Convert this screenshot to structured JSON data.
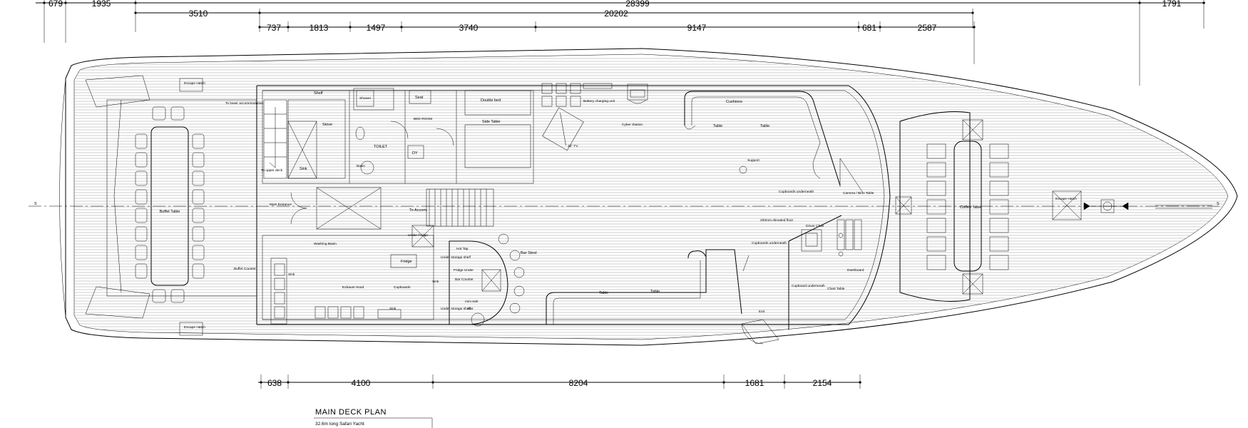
{
  "dimensions": {
    "top1": [
      "679",
      "1935",
      "28399",
      "1791"
    ],
    "top2": [
      "3510",
      "20202"
    ],
    "top3": [
      "737",
      "1813",
      "1497",
      "3740",
      "9147",
      "681",
      "2587"
    ],
    "bottom": [
      "638",
      "4100",
      "8204",
      "1681",
      "2154"
    ]
  },
  "title": {
    "main": "MAIN DECK PLAN",
    "sub": "32.6m long Safari Yacht"
  },
  "centerline": {
    "left": "S",
    "right": "S"
  },
  "labels": {
    "escape_hatch_top": "Escape Hatch",
    "escape_hatch_bottom": "Escape Hatch",
    "escape_hatch_bow": "Escape Hatch",
    "to_lower_accommodation": "To lower accommodation",
    "to_upper_deck": "To upper deck",
    "shelf": "Shelf",
    "stove": "Stove",
    "sink": "Sink",
    "shower": "Shower",
    "toilet": "TOILET",
    "basin": "Basin",
    "bed_room": "BED ROOM",
    "dy": "DY",
    "seat": "Seat",
    "double_bed": "Double bed",
    "side_table": "Side Table",
    "battery_charging": "Battery charging unit",
    "tv": "32\" TV",
    "cyber_station": "Cyber Station",
    "cushions": "Cushions",
    "table_1": "Table",
    "table_2": "Table",
    "support": "Support",
    "cupboards_under_1": "Cupboards underneath",
    "camera_bino_table": "Camera / Bino Table",
    "buffet_table": "Buffet Table",
    "main_entrance": "Main Entrance",
    "to_accom": "To Accom.",
    "washing_basin": "Washing Basin",
    "under_fridge": "Under Fridge",
    "fridge": "Fridge",
    "buffet_counter": "Buffet Counter",
    "sink_galley": "Sink",
    "exhaust_hood": "Exhaust Hood",
    "cupboards": "Cupboards",
    "sink_2": "Sink",
    "sink_3": "Sink",
    "hot_tap": "Hot Tap",
    "mini_bar": "Bar",
    "fridge_under": "Fridge Under",
    "bar_counter": "Bar Counter",
    "bar_stool": "Bar Stool",
    "under_storage": "Under storage shelf",
    "under_storage_2": "Under storage shelf",
    "mini_sink": "mini sink",
    "table_3": "Table",
    "table_4": "Table",
    "cupboards_under_2": "Cupboards underneath",
    "raised_floor": "200mm elevated floor",
    "driver_chair": "Driver Chair",
    "dashboard": "Dashboard",
    "cupboard_under_3": "Cupboard underneath",
    "chart_table": "Chart Table",
    "exit": "Exit",
    "coffee_table": "Coffee Table"
  },
  "colors": {
    "line": "#000000",
    "deck_plank": "#777777",
    "background": "#ffffff"
  }
}
